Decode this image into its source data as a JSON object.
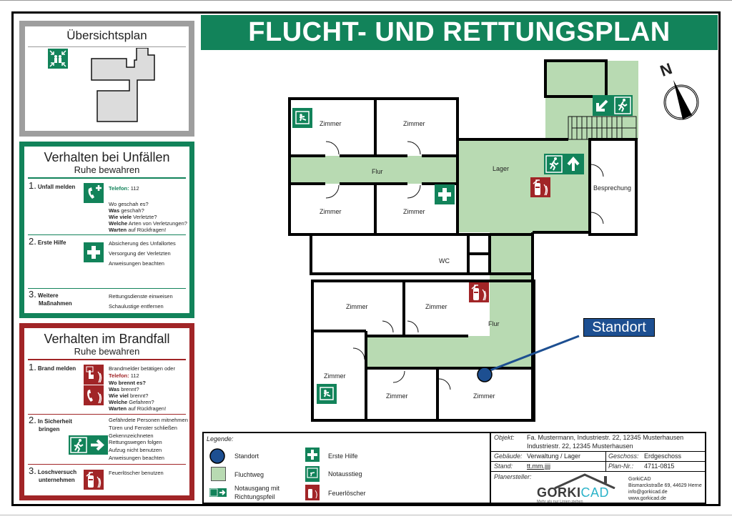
{
  "title": "FLUCHT- UND RETTUNGSPLAN",
  "overview": {
    "title": "Übersichtsplan",
    "icon": "assembly-point-icon"
  },
  "accident_panel": {
    "title": "Verhalten bei Unfällen",
    "subtitle": "Ruhe bewahren",
    "steps": [
      {
        "num": "1.",
        "label": "Unfall melden",
        "icon": "emergency-phone-icon",
        "phone_label": "Telefon:",
        "phone": "112",
        "lines": [
          {
            "b": "",
            "t": "Wo geschah es?"
          },
          {
            "b": "Was",
            "t": " geschah?"
          },
          {
            "b": "Wie viele",
            "t": " Verletzte?"
          },
          {
            "b": "Welche",
            "t": " Arten von Verletzungen?"
          },
          {
            "b": "Warten",
            "t": " auf Rückfragen!"
          }
        ]
      },
      {
        "num": "2.",
        "label": "Erste Hilfe",
        "icon": "first-aid-icon",
        "lines": [
          "Absicherung des Unfallortes",
          "Versorgung der Verletzten",
          "Anweisungen beachten"
        ]
      },
      {
        "num": "3.",
        "label1": "Weitere",
        "label2": "Maßnahmen",
        "lines": [
          "Rettungsdienste einweisen",
          "Schaulustige entfernen"
        ]
      }
    ]
  },
  "fire_panel": {
    "title": "Verhalten im Brandfall",
    "subtitle": "Ruhe bewahren",
    "steps": [
      {
        "num": "1.",
        "label": "Brand melden",
        "icon": "fire-alarm-icon",
        "line0": "Brandmelder betätigen oder",
        "phone_label": "Telefon:",
        "phone": "112",
        "lines": [
          {
            "b": "",
            "t": "Wo brennt es?"
          },
          {
            "b": "Was",
            "t": " brennt?"
          },
          {
            "b": "Wie viel",
            "t": " brennt?"
          },
          {
            "b": "Welche",
            "t": "  Gefahren?"
          },
          {
            "b": "Warten",
            "t": " auf Rückfragen!"
          }
        ]
      },
      {
        "num": "2.",
        "label1": "In Sicherheit",
        "label2": "bringen",
        "icon": "emergency-exit-icon",
        "lines": [
          "Gefährdete Personen mitnehmen",
          "Türen und Fenster schließen",
          "Gekennzeichneten",
          "Rettungswegen folgen",
          "Aufzug nicht benutzen",
          "Anweisungen beachten"
        ]
      },
      {
        "num": "3.",
        "label1": "Loschversuch",
        "label2": "unternehmen",
        "icon": "fire-extinguisher-icon",
        "lines": [
          "Feuerlöscher benutzen"
        ]
      }
    ]
  },
  "floor": {
    "rooms": [
      "Zimmer",
      "Zimmer",
      "Flur",
      "Lager",
      "Zimmer",
      "Zimmer",
      "Besprechung",
      "WC",
      "Zimmer",
      "Zimmer",
      "Flur",
      "Zimmer",
      "Zimmer",
      "Zimmer"
    ],
    "standort_label": "Standort",
    "compass": "N"
  },
  "legend": {
    "title": "Legende:",
    "items": [
      "Standort",
      "Fluchtweg",
      "Notausgang mit",
      "Richtungspfeil",
      "Erste Hilfe",
      "Notausstieg",
      "Feuerlöscher"
    ]
  },
  "info": {
    "objekt_label": "Objekt:",
    "objekt_line1": "Fa. Mustermann, Industriestr. 22, 12345 Musterhausen",
    "objekt_line2": "Industriestr. 22, 12345 Musterhausen",
    "gebaeude_label": "Gebäude:",
    "gebaeude": "Verwaltung / Lager",
    "geschoss_label": "Geschoss:",
    "geschoss": "Erdgeschoss",
    "stand_label": "Stand:",
    "stand": "tt.mm.jjjj",
    "plan_label": "Plan-Nr.:",
    "plan": "4711-0815",
    "planer_label": "Planersteller:",
    "logo_dark": "GORKI",
    "logo_light": "CAD",
    "logo_tagline": "Mehr als nur Linien ziehen",
    "company": "GorkiCAD",
    "address": "Bismarckstraße 69, 44629 Herne",
    "email": "info@gorkicad.de",
    "web": "www.gorkicad.de"
  },
  "colors": {
    "green": "#12835a",
    "red": "#a12527",
    "escape": "#b8dab2",
    "standort": "#1d4f91",
    "gray": "#9e9e9e"
  }
}
